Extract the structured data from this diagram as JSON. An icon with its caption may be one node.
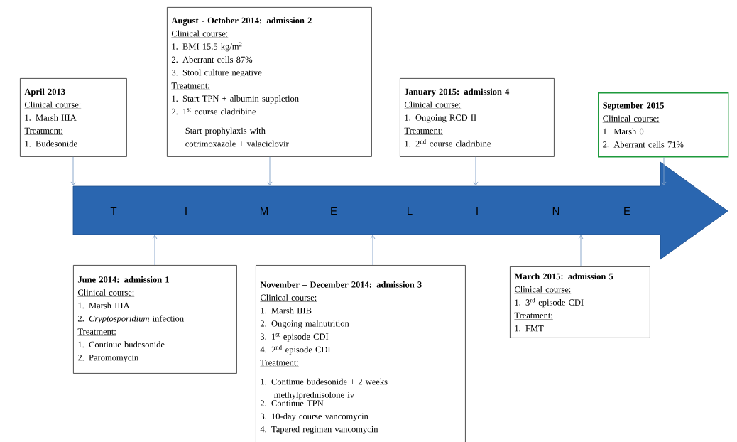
{
  "diagram": {
    "nodes": [
      {
        "text": [
          "April 2013",
          "Clinical course:",
          "1. Marsh IIIA",
          "Treatment:",
          "1. Budesonide"
        ]
      },
      {
        "text": [
          "August - October 2014: admission 2",
          "Clinical course:",
          "1. BMI 15.5 kg/m$^{2}$",
          "2. Aberrant cells 87%",
          "3. Stool culture negative",
          "Treatment:",
          "1. Start TPN + albumin suppletion",
          "2. 1$^{st}$ course cladribine",
          "Start prophylaxis with cotrimoxazole + valaciclovir"
        ]
      },
      {
        "text": [
          "January 2015: admission 4",
          "Clinical course:",
          "1. Ongoing RCD II",
          "Treatment:",
          "1. 2$^{nd}$ course cladribine"
        ]
      },
      {
        "text": [
          "September 2015",
          "Clinical course:",
          "1. Marsh 0",
          "2. Aberrant cells 71%"
        ]
      },
      {
        "text": [
          "T",
          "I",
          "M",
          "E",
          "L",
          "I",
          "N",
          "E"
        ]
      },
      {
        "text": [
          "June 2014: admission 1",
          "Clinical course:",
          "1. Marsh IIIA",
          "2. *Cryptosporidium* infection",
          "Treatment:",
          "1. Continue budesonide",
          "2. Paromomycin"
        ]
      },
      {
        "text": [
          "November – December 2014: admission 3",
          "Clinical course:",
          "1. Marsh IIIB",
          "2. Ongoing malnutrition",
          "3. 1$^{st}$ episode CDI",
          "4. 2$^{nd}$ episode CDI",
          "Treatment:",
          "1. Continue budesonide + 2 weeks methylprednisolone iv",
          "2. Continue TPN",
          "3. 10-day course vancomycin",
          "4. Tapered regimen vancomycin"
        ]
      },
      {
        "text": [
          "March 2015: admission 5",
          "Clinical course:",
          "1. 3$^{rd}$ episode CDI",
          "Treatment:",
          "1. FMT"
        ]
      }
    ],
    "edges": [
      {
        "from": 0,
        "to": 4,
        "arrow": "to"
      },
      {
        "from": 1,
        "to": 4,
        "arrow": "to"
      },
      {
        "from": 2,
        "to": 4,
        "arrow": "to"
      },
      {
        "from": 3,
        "to": 4,
        "arrow": "to"
      },
      {
        "from": 5,
        "to": 4,
        "arrow": "to"
      },
      {
        "from": 6,
        "to": 4,
        "arrow": "to"
      },
      {
        "from": 7,
        "to": 4,
        "arrow": "to"
      }
    ]
  }
}
